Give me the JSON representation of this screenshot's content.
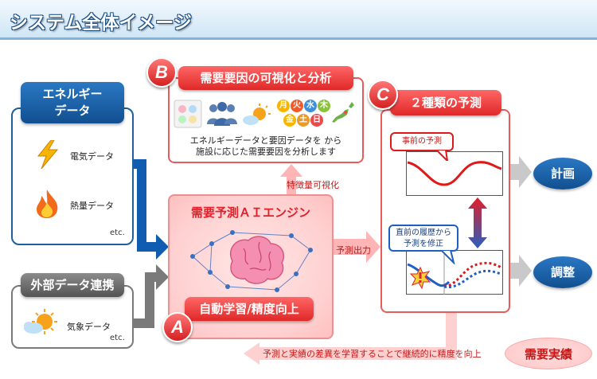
{
  "header": {
    "title": "システム全体イメージ"
  },
  "energy_box": {
    "title": "エネルギー\nデータ",
    "items": [
      "電気データ",
      "熱量データ"
    ],
    "etc": "etc."
  },
  "external_box": {
    "title": "外部データ連携",
    "items": [
      "気象データ"
    ],
    "etc": "etc."
  },
  "b_section": {
    "badge": "B",
    "title": "需要要因の可視化と分析",
    "description_line1": "エネルギーデータと要因データを から",
    "description_line2": "施設に応じた需要要因を分析します",
    "weekdays": [
      "月",
      "火",
      "水",
      "木",
      "金",
      "土",
      "日"
    ]
  },
  "feature_label": "特徴量可視化",
  "engine": {
    "title": "需要予測ＡＩエンジン",
    "subtitle": "自動学習/精度向上",
    "badge": "A"
  },
  "forecast_output_label": "予測出力",
  "c_section": {
    "badge": "C",
    "title": "２種類の予測",
    "callout_top": "事前の予測",
    "callout_bottom_line1": "直前の履歴から",
    "callout_bottom_line2": "予測を修正"
  },
  "plan_label": "計画",
  "adjust_label": "調整",
  "feedback_text": "予測と実績の差異を学習することで継続的に精度を向上",
  "demand_actual_label": "需要実績",
  "colors": {
    "blue": "#1f5f9a",
    "red": "#e02828",
    "gray": "#6e6e6e",
    "pink": "#ffcfcf"
  }
}
